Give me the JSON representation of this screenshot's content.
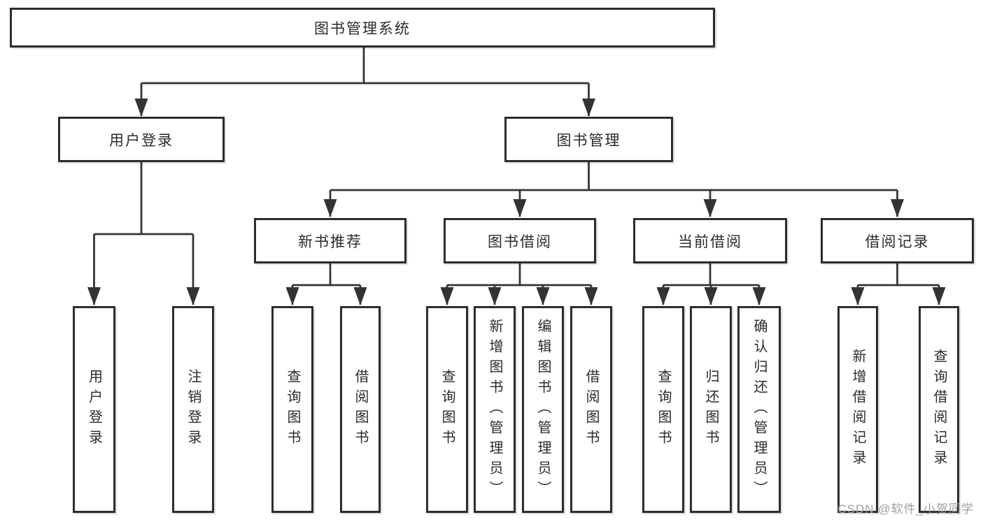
{
  "diagram": {
    "root": {
      "label": "图书管理系统"
    },
    "level2": [
      {
        "label": "用户登录",
        "leaves": [
          "用户登录",
          "注销登录"
        ]
      },
      {
        "label": "图书管理"
      }
    ],
    "level3": [
      {
        "label": "新书推荐",
        "leaves": [
          "查询图书",
          "借阅图书"
        ]
      },
      {
        "label": "图书借阅",
        "leaves": [
          "查询图书",
          "新增图书（管理员）",
          "编辑图书（管理员）",
          "借阅图书"
        ]
      },
      {
        "label": "当前借阅",
        "leaves": [
          "查询图书",
          "归还图书",
          "确认归还（管理员）"
        ]
      },
      {
        "label": "借阅记录",
        "leaves": [
          "新增借阅记录",
          "查询借阅记录"
        ]
      }
    ]
  },
  "watermark": {
    "text": "CSDN @软件_小贺同学",
    "color": "#9d9ea1"
  },
  "colors": {
    "line": "#333333",
    "box_border": "#2d2d2d",
    "text": "#2b2b2b",
    "background": "#ffffff"
  }
}
